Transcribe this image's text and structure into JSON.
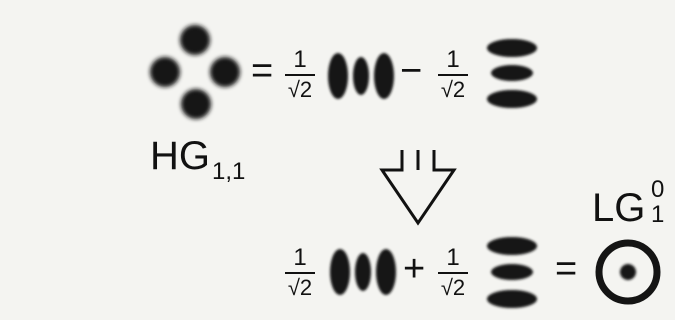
{
  "labels": {
    "hg_name": "HG",
    "hg_index": "1,1",
    "lg_name": "LG",
    "lg_sup": "0",
    "lg_sub": "1",
    "equals": "=",
    "minus": "−",
    "plus": "+",
    "frac_num": "1",
    "frac_den": "√2"
  },
  "colors": {
    "background": "#f4f4f1",
    "ink": "#111111",
    "spot": "#141414"
  },
  "icons": {
    "transform_arrow": "down-arrow-hollow",
    "lg_mode": "ring-with-center-dot"
  }
}
